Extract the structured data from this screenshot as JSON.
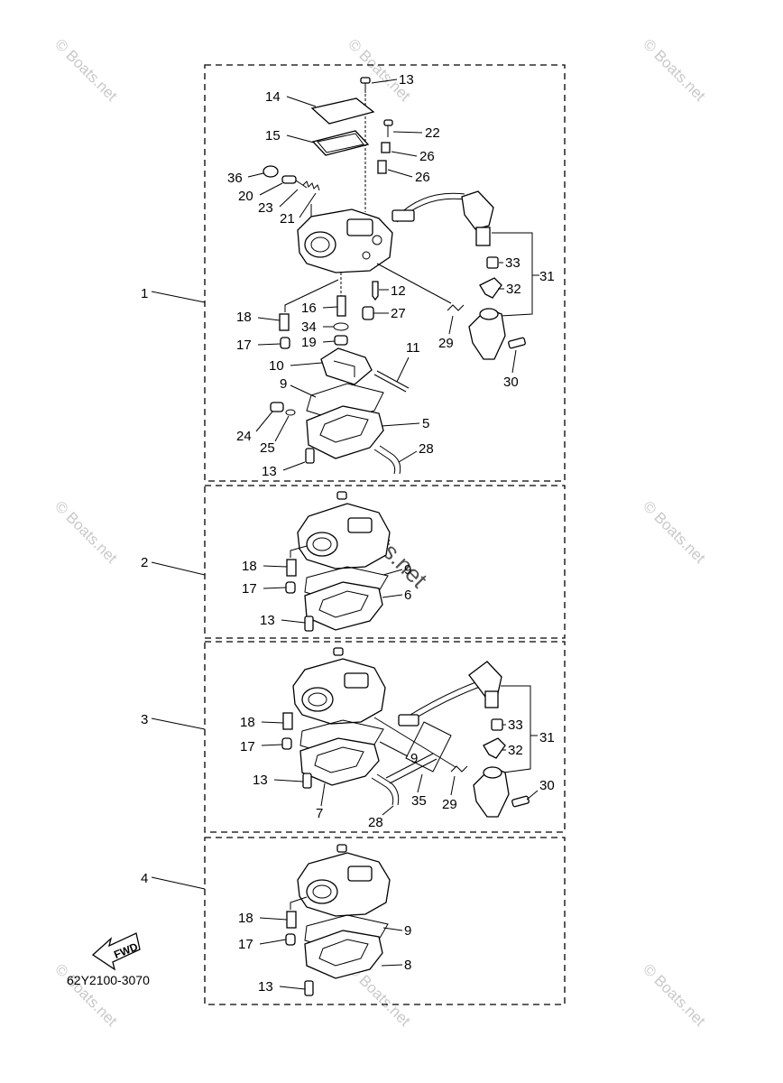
{
  "diagram_code": "62Y2100-3070",
  "fwd_label": "FWD",
  "watermark": "© Boats.net",
  "center_watermark": "Boats.net",
  "assemblies": {
    "a1": "1",
    "a2": "2",
    "a3": "3",
    "a4": "4"
  },
  "callouts": {
    "box1": {
      "p13a": "13",
      "p14": "14",
      "p22": "22",
      "p15": "15",
      "p26a": "26",
      "p26b": "26",
      "p36": "36",
      "p20": "20",
      "p23": "23",
      "p21": "21",
      "p33": "33",
      "p31": "31",
      "p32": "32",
      "p12": "12",
      "p16": "16",
      "p18": "18",
      "p27": "27",
      "p34": "34",
      "p29": "29",
      "p17": "17",
      "p19": "19",
      "p30": "30",
      "p11": "11",
      "p10": "10",
      "p9": "9",
      "p5": "5",
      "p24": "24",
      "p25": "25",
      "p28": "28",
      "p13b": "13"
    },
    "box2": {
      "p18": "18",
      "p9": "9",
      "p17": "17",
      "p6": "6",
      "p13": "13"
    },
    "box3": {
      "p18": "18",
      "p33": "33",
      "p31": "31",
      "p32": "32",
      "p17": "17",
      "p9": "9",
      "p13": "13",
      "p30": "30",
      "p29": "29",
      "p35": "35",
      "p7": "7",
      "p28": "28"
    },
    "box4": {
      "p18": "18",
      "p9": "9",
      "p17": "17",
      "p8": "8",
      "p13": "13"
    }
  }
}
